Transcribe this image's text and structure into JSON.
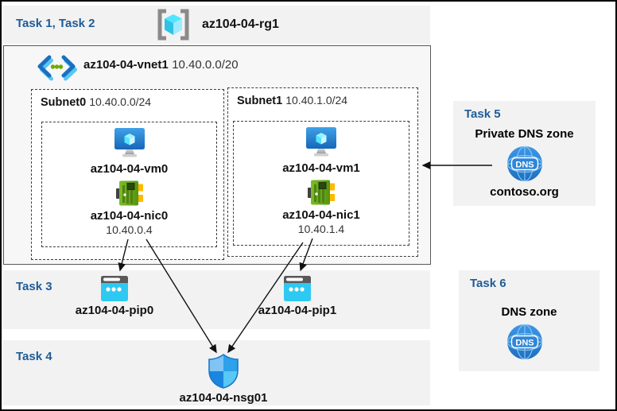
{
  "labels": {
    "task12": "Task 1, Task 2",
    "task3": "Task 3",
    "task4": "Task 4",
    "task5": "Task 5",
    "task6": "Task 6"
  },
  "resource_group": {
    "name": "az104-04-rg1"
  },
  "vnet": {
    "name": "az104-04-vnet1",
    "address_space": "10.40.0.0/20"
  },
  "subnets": [
    {
      "name": "Subnet0",
      "address": "10.40.0.0/24",
      "vm": "az104-04-vm0",
      "nic": "az104-04-nic0",
      "ip": "10.40.0.4"
    },
    {
      "name": "Subnet1",
      "address": "10.40.1.0/24",
      "vm": "az104-04-vm1",
      "nic": "az104-04-nic1",
      "ip": "10.40.1.4"
    }
  ],
  "public_ips": [
    {
      "name": "az104-04-pip0"
    },
    {
      "name": "az104-04-pip1"
    }
  ],
  "nsg": {
    "name": "az104-04-nsg01"
  },
  "private_dns": {
    "title": "Private DNS zone",
    "zone": "contoso.org",
    "icon_label": "DNS"
  },
  "dns": {
    "title": "DNS zone",
    "icon_label": "DNS"
  },
  "colors": {
    "task_accent": "#1f5c97",
    "band_gray": "#f2f2f2",
    "vm_blue": "#1e7fd0",
    "nic_green": "#6aa81f",
    "pip_cyan": "#2ec9f2",
    "dns_blue": "#2e86d8",
    "cube_cyan": "#50e6ff"
  }
}
